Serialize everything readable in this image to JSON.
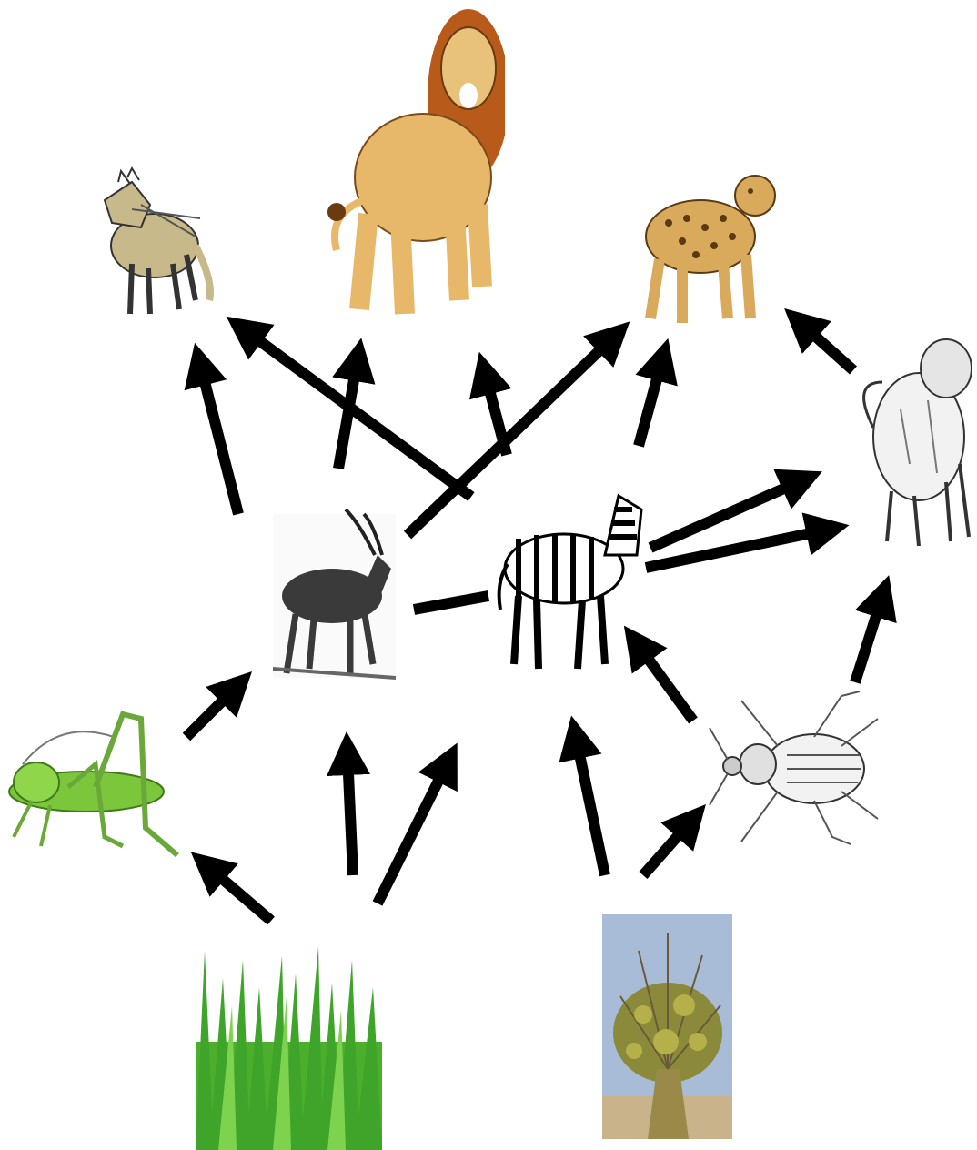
{
  "diagram": {
    "kind": "food-web",
    "organisms": [
      {
        "id": "hyena",
        "icon": "hyena-icon",
        "color": "#c8b98a"
      },
      {
        "id": "lion",
        "icon": "lion-icon",
        "color": "#e8b86a"
      },
      {
        "id": "leopard",
        "icon": "leopard-icon",
        "color": "#d9a95c"
      },
      {
        "id": "baboon",
        "icon": "baboon-icon",
        "color": "#cfcfcf"
      },
      {
        "id": "antelope",
        "icon": "antelope-icon",
        "color": "#444444"
      },
      {
        "id": "zebra",
        "icon": "zebra-icon",
        "color": "#000000"
      },
      {
        "id": "grasshopper",
        "icon": "grasshopper-icon",
        "color": "#7cc63c"
      },
      {
        "id": "beetle",
        "icon": "beetle-icon",
        "color": "#9a9a9a"
      },
      {
        "id": "grass",
        "icon": "grass-icon",
        "color": "#3fa52a"
      },
      {
        "id": "shrub",
        "icon": "shrub-icon",
        "color": "#8a8a3a"
      }
    ],
    "arrows": [
      {
        "from": "antelope",
        "to": "hyena"
      },
      {
        "from": "zebra",
        "to": "hyena"
      },
      {
        "from": "antelope",
        "to": "lion"
      },
      {
        "from": "zebra",
        "to": "lion"
      },
      {
        "from": "antelope",
        "to": "leopard"
      },
      {
        "from": "zebra",
        "to": "leopard"
      },
      {
        "from": "baboon",
        "to": "leopard"
      },
      {
        "from": "zebra",
        "to": "baboon"
      },
      {
        "from": "zebra",
        "to": "baboon"
      },
      {
        "from": "beetle",
        "to": "baboon"
      },
      {
        "from": "grasshopper",
        "to": "antelope"
      },
      {
        "from": "grass",
        "to": "grasshopper"
      },
      {
        "from": "grass",
        "to": "antelope"
      },
      {
        "from": "grass",
        "to": "zebra"
      },
      {
        "from": "shrub",
        "to": "zebra"
      },
      {
        "from": "shrub",
        "to": "beetle"
      },
      {
        "from": "beetle",
        "to": "zebra"
      }
    ]
  }
}
